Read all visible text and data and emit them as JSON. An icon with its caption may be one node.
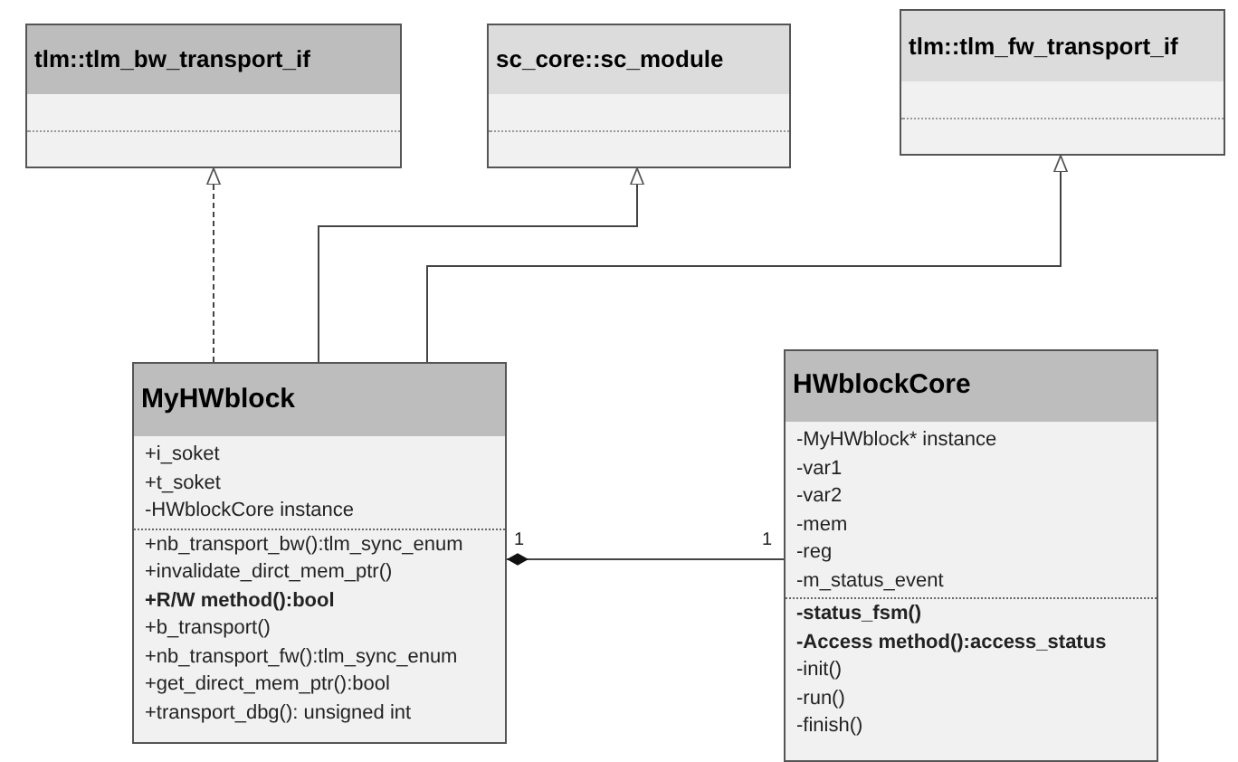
{
  "diagram": {
    "nodes": [
      {
        "text": [
          "tlm::tlm_bw_transport_if"
        ]
      },
      {
        "text": [
          "sc_core::sc_module"
        ]
      },
      {
        "text": [
          "tlm::tlm_fw_transport_if"
        ]
      },
      {
        "text": [
          "MyHWblock",
          "+i_soket",
          "+t_soket",
          "-HWblockCore instance",
          "+nb_transport_bw():tlm_sync_enum",
          "+invalidate_dirct_mem_ptr()",
          "**+R/W method():bool**",
          "+b_transport()",
          "+nb_transport_fw():tlm_sync_enum",
          "+get_direct_mem_ptr():bool",
          "+transport_dbg(): unsigned int"
        ]
      },
      {
        "text": [
          "HWblockCore",
          "-MyHWblock* instance",
          "-var1",
          "-var2",
          "-mem",
          "-reg",
          "-m_status_event",
          "**-status_fsm()**",
          "**-Access method():access_status**",
          "-init()",
          "-run()",
          "-finish()"
        ]
      }
    ],
    "edges": [
      {
        "from": 3,
        "to": 0,
        "arrow": "to",
        "style": "dashed"
      },
      {
        "from": 3,
        "to": 1,
        "arrow": "to"
      },
      {
        "from": 3,
        "to": 2,
        "arrow": "to"
      },
      {
        "from": 3,
        "to": 4,
        "arrow": "other"
      }
    ],
    "labels": [
      "1",
      "1"
    ]
  }
}
